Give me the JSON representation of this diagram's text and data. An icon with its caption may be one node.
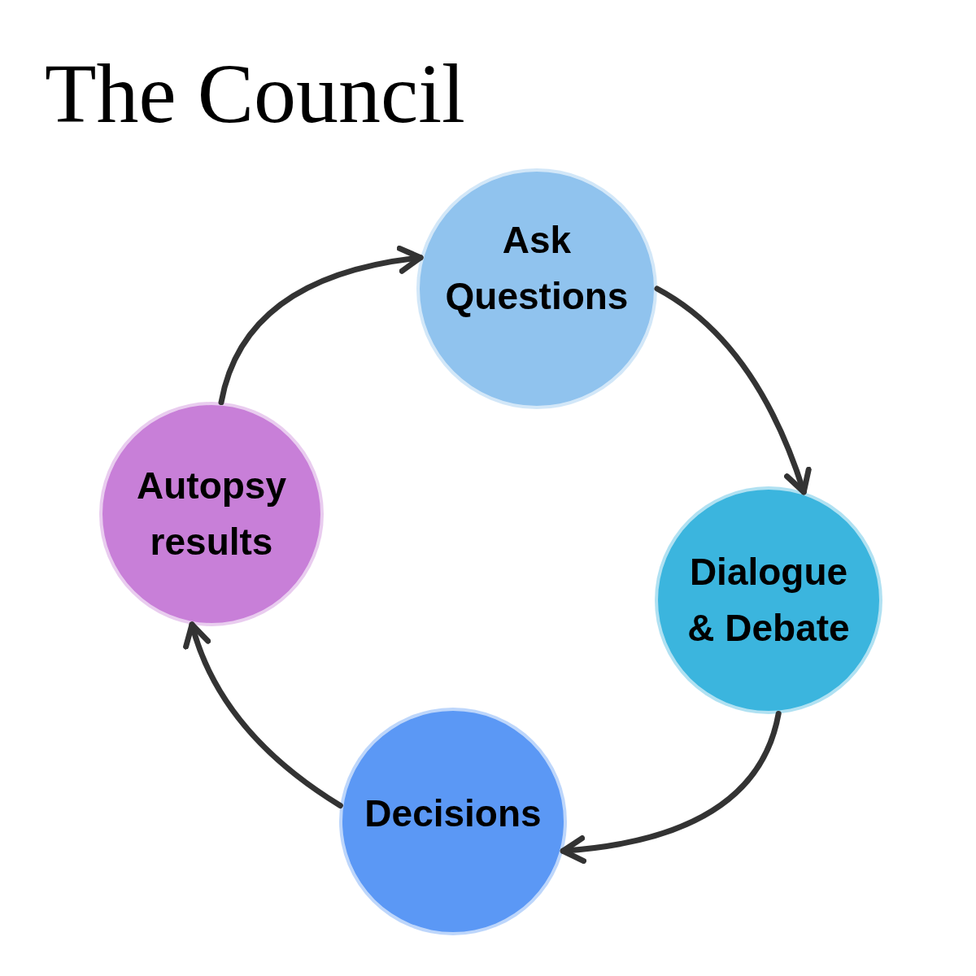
{
  "diagram": {
    "title": "The Council",
    "nodes": [
      {
        "text": [
          "Ask Questions"
        ]
      },
      {
        "text": [
          "Dialogue & Debate"
        ]
      },
      {
        "text": [
          "Decisions"
        ]
      },
      {
        "text": [
          "Autopsy results"
        ]
      }
    ],
    "edges": [
      {
        "from": 0,
        "to": 1,
        "arrow": "to"
      },
      {
        "from": 1,
        "to": 2,
        "arrow": "to"
      },
      {
        "from": 2,
        "to": 3,
        "arrow": "to"
      },
      {
        "from": 3,
        "to": 0,
        "arrow": "to"
      }
    ]
  }
}
